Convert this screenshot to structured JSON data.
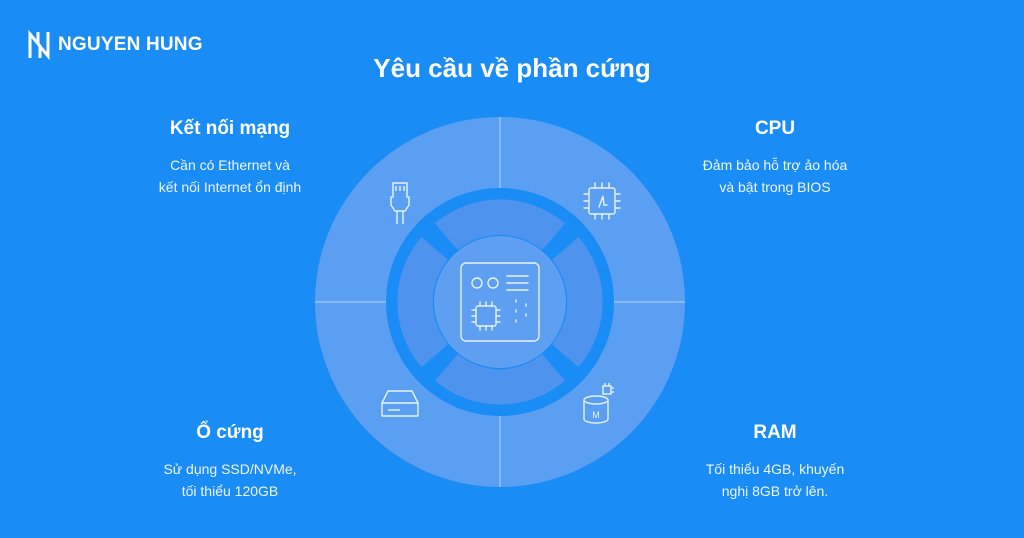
{
  "brand": {
    "name": "NGUYEN HUNG",
    "logo_icon": "nh-monogram-icon"
  },
  "title": "Yêu cầu về phần cứng",
  "colors": {
    "background": "#1a8cf5",
    "outer_ring": "#5b9ff3",
    "inner_segments": "#4e94ef",
    "center_circle": "#5e9ff2",
    "line": "#e8f2ff"
  },
  "blocks": {
    "network": {
      "title": "Kết nối mạng",
      "desc_lines": [
        "Cần có Ethernet và",
        "kết nối Internet ổn định"
      ],
      "icon": "ethernet-plug-icon"
    },
    "cpu": {
      "title": "CPU",
      "desc_lines": [
        "Đảm bảo hỗ trợ ảo hóa",
        "và bật trong BIOS"
      ],
      "icon": "cpu-chip-icon"
    },
    "disk": {
      "title": "Ổ cứng",
      "desc_lines": [
        "Sử dụng SSD/NVMe,",
        "tối thiểu 120GB"
      ],
      "icon": "hard-drive-icon"
    },
    "ram": {
      "title": "RAM",
      "desc_lines": [
        "Tối thiểu 4GB, khuyến",
        "nghị 8GB trở lên."
      ],
      "icon": "memory-database-icon",
      "icon_label": "M"
    }
  },
  "center": {
    "icon": "motherboard-icon"
  }
}
